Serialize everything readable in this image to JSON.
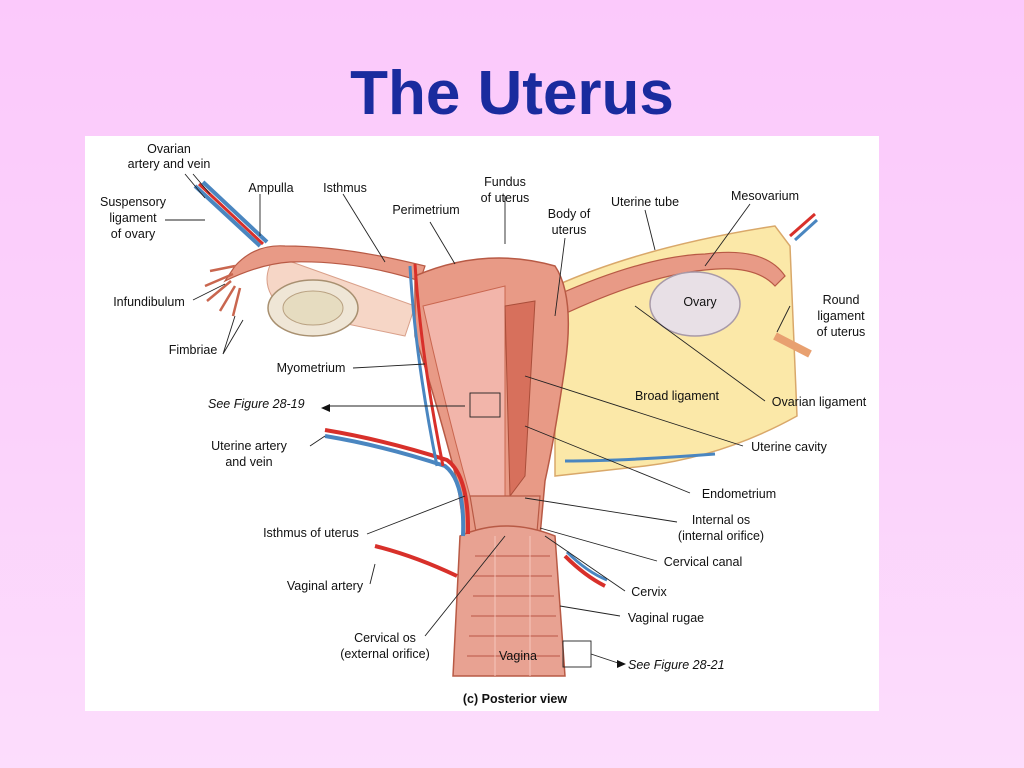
{
  "title": "The Uterus",
  "caption": "(c) Posterior view",
  "labels": {
    "ovarian_artery_vein": [
      "Ovarian",
      "artery and vein"
    ],
    "suspensory_ligament": [
      "Suspensory",
      "ligament",
      "of ovary"
    ],
    "ampulla": "Ampulla",
    "isthmus": "Isthmus",
    "perimetrium": "Perimetrium",
    "fundus": [
      "Fundus",
      "of uterus"
    ],
    "body_of_uterus": [
      "Body of",
      "uterus"
    ],
    "uterine_tube": "Uterine tube",
    "mesovarium": "Mesovarium",
    "infundibulum": "Infundibulum",
    "ovary": "Ovary",
    "round_ligament": [
      "Round",
      "ligament",
      "of uterus"
    ],
    "fimbriae": "Fimbriae",
    "myometrium": "Myometrium",
    "see_fig_19": "See Figure 28-19",
    "broad_ligament": "Broad ligament",
    "ovarian_ligament": "Ovarian ligament",
    "uterine_artery_vein": [
      "Uterine artery",
      "and vein"
    ],
    "uterine_cavity": "Uterine cavity",
    "endometrium": "Endometrium",
    "isthmus_of_uterus": "Isthmus of uterus",
    "internal_os": [
      "Internal os",
      "(internal orifice)"
    ],
    "cervical_canal": "Cervical canal",
    "vaginal_artery": "Vaginal artery",
    "cervix": "Cervix",
    "vaginal_rugae": "Vaginal rugae",
    "cervical_os": [
      "Cervical os",
      "(external orifice)"
    ],
    "vagina": "Vagina",
    "see_fig_21": "See Figure 28-21"
  },
  "colors": {
    "title": "#1a2b9e",
    "uterus": "#e89a86",
    "uterus_dark": "#c9664f",
    "endometrium": "#f4b6b0",
    "broad_ligament": "#fbe8a8",
    "artery": "#d8302a",
    "vein": "#4a86c0",
    "ovary": "#e8e0e6"
  }
}
